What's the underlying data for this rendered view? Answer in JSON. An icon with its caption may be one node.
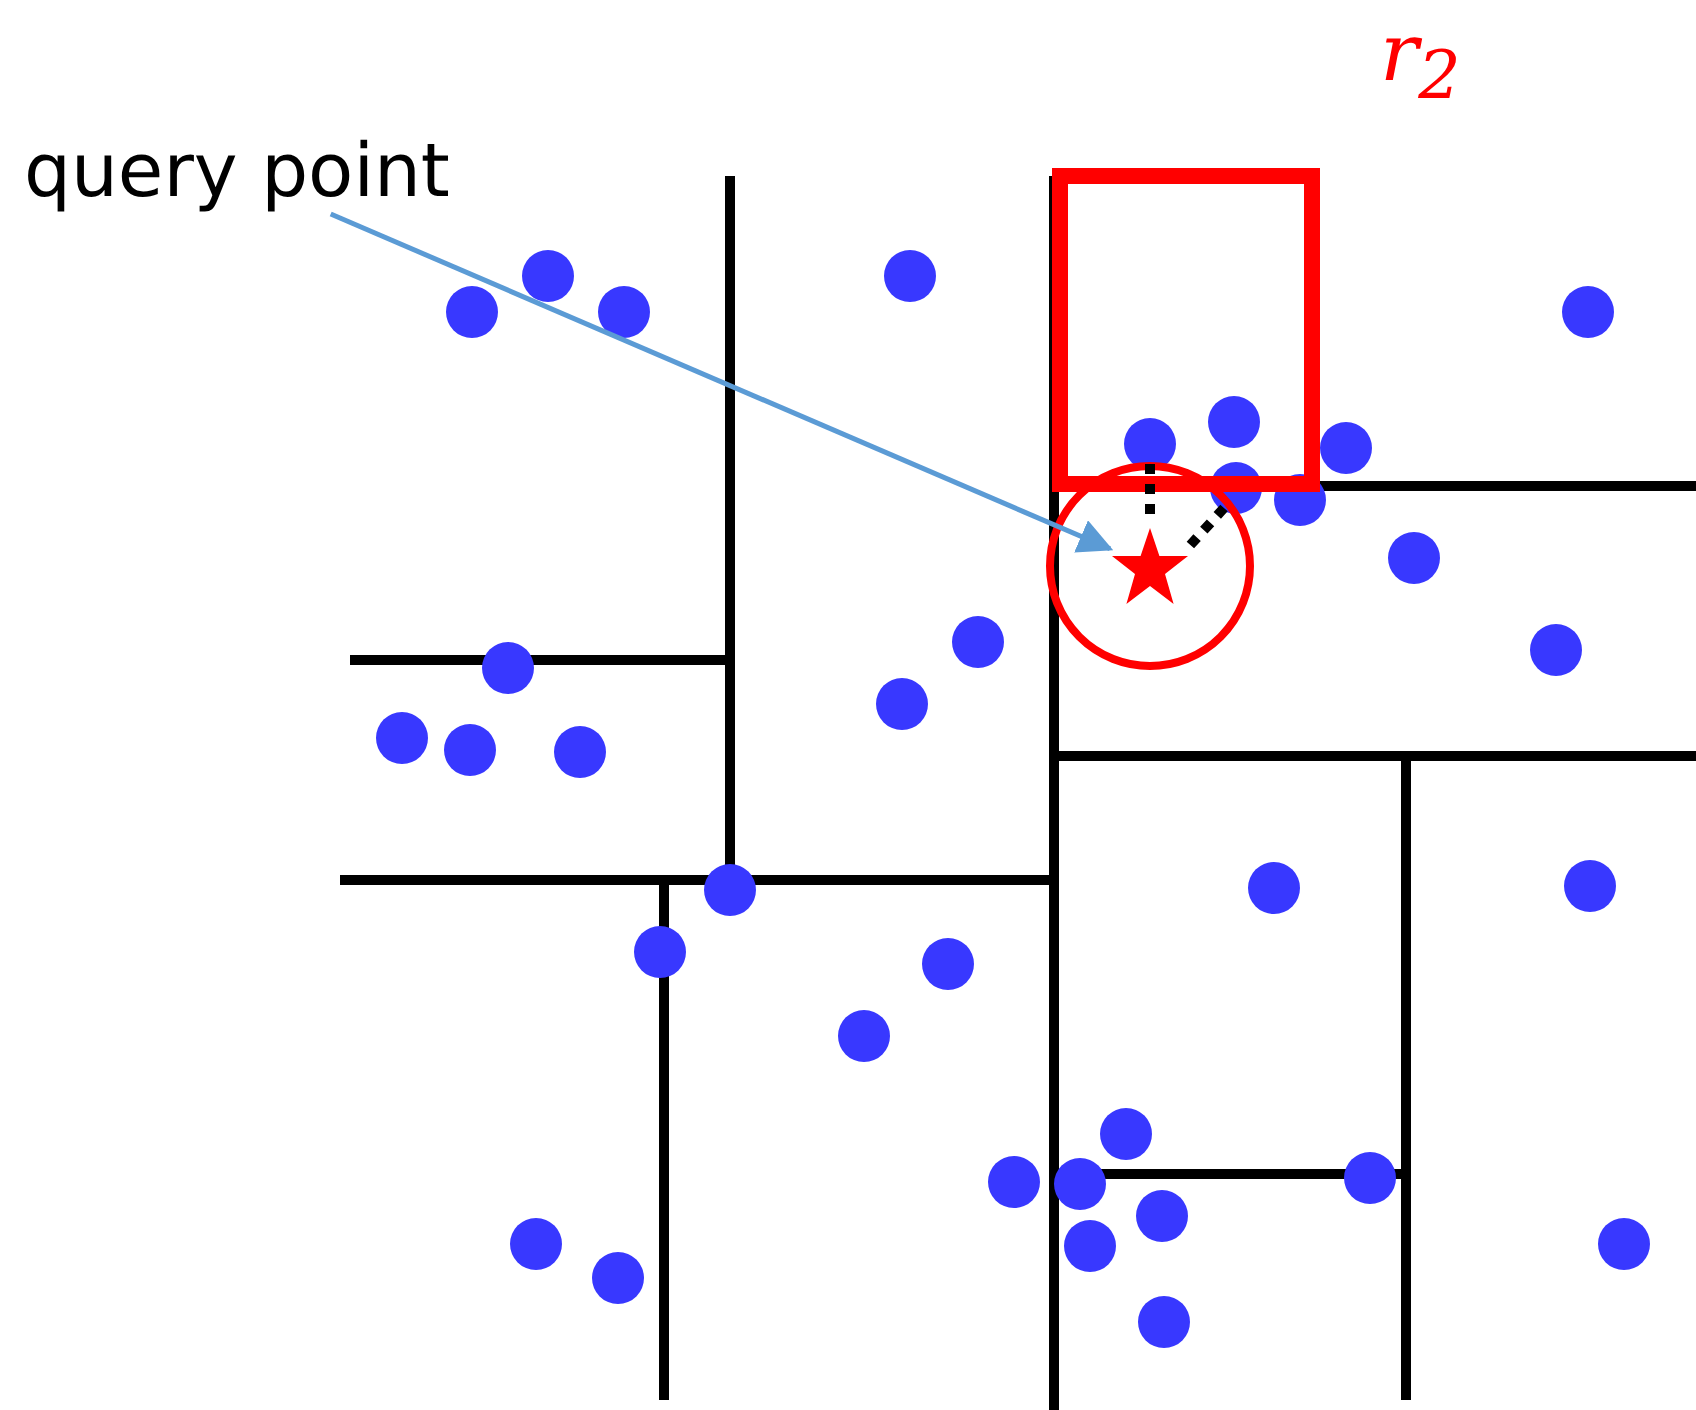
{
  "diagram": {
    "nodes": [
      {
        "text": [
          "query point"
        ]
      },
      {
        "text": [],
        "shape": "star"
      }
    ],
    "edges": [
      {
        "from": 0,
        "to": 1,
        "arrow": "to"
      }
    ],
    "labels": [
      "r$_{2}$"
    ]
  }
}
